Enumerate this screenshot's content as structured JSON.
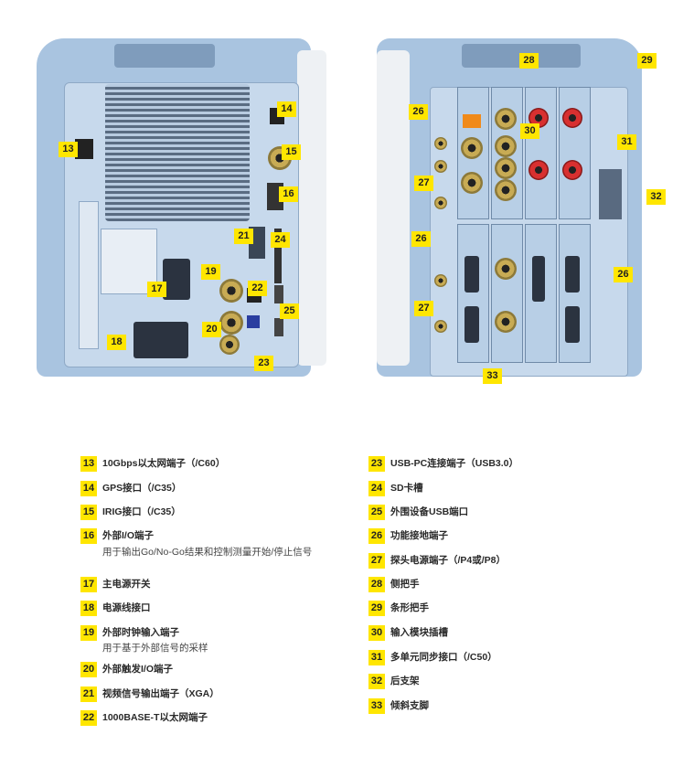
{
  "callouts_left": [
    "13",
    "14",
    "15",
    "16",
    "17",
    "18",
    "19",
    "20",
    "21",
    "22",
    "23",
    "24",
    "25"
  ],
  "callouts_right": [
    "26",
    "26",
    "26",
    "27",
    "27",
    "28",
    "29",
    "30",
    "31",
    "32",
    "33"
  ],
  "legend_left": [
    {
      "num": "13",
      "title": "10Gbps以太网端子（/C60）"
    },
    {
      "num": "14",
      "title": "GPS接口（/C35）"
    },
    {
      "num": "15",
      "title": "IRIG接口（/C35）"
    },
    {
      "num": "16",
      "title": "外部I/O端子",
      "desc": "用于输出Go/No-Go结果和控制测量开始/停止信号"
    },
    {
      "num": "17",
      "title": "主电源开关"
    },
    {
      "num": "18",
      "title": "电源线接口"
    },
    {
      "num": "19",
      "title": "外部时钟输入端子",
      "desc": "用于基于外部信号的采样"
    },
    {
      "num": "20",
      "title": "外部触发I/O端子"
    },
    {
      "num": "21",
      "title": "视频信号输出端子（XGA）"
    },
    {
      "num": "22",
      "title": "1000BASE-T以太网端子"
    }
  ],
  "legend_right": [
    {
      "num": "23",
      "title": "USB-PC连接端子（USB3.0）"
    },
    {
      "num": "24",
      "title": "SD卡槽"
    },
    {
      "num": "25",
      "title": "外围设备USB端口"
    },
    {
      "num": "26",
      "title": "功能接地端子"
    },
    {
      "num": "27",
      "title": "探头电源端子（/P4或/P8）"
    },
    {
      "num": "28",
      "title": "侧把手"
    },
    {
      "num": "29",
      "title": "条形把手"
    },
    {
      "num": "30",
      "title": "输入模块插槽"
    },
    {
      "num": "31",
      "title": "多单元同步接口（/C50）"
    },
    {
      "num": "32",
      "title": "后支架"
    },
    {
      "num": "33",
      "title": "倾斜支脚"
    }
  ],
  "colors": {
    "callout": "#ffe600",
    "device": "#a9c4e0"
  }
}
